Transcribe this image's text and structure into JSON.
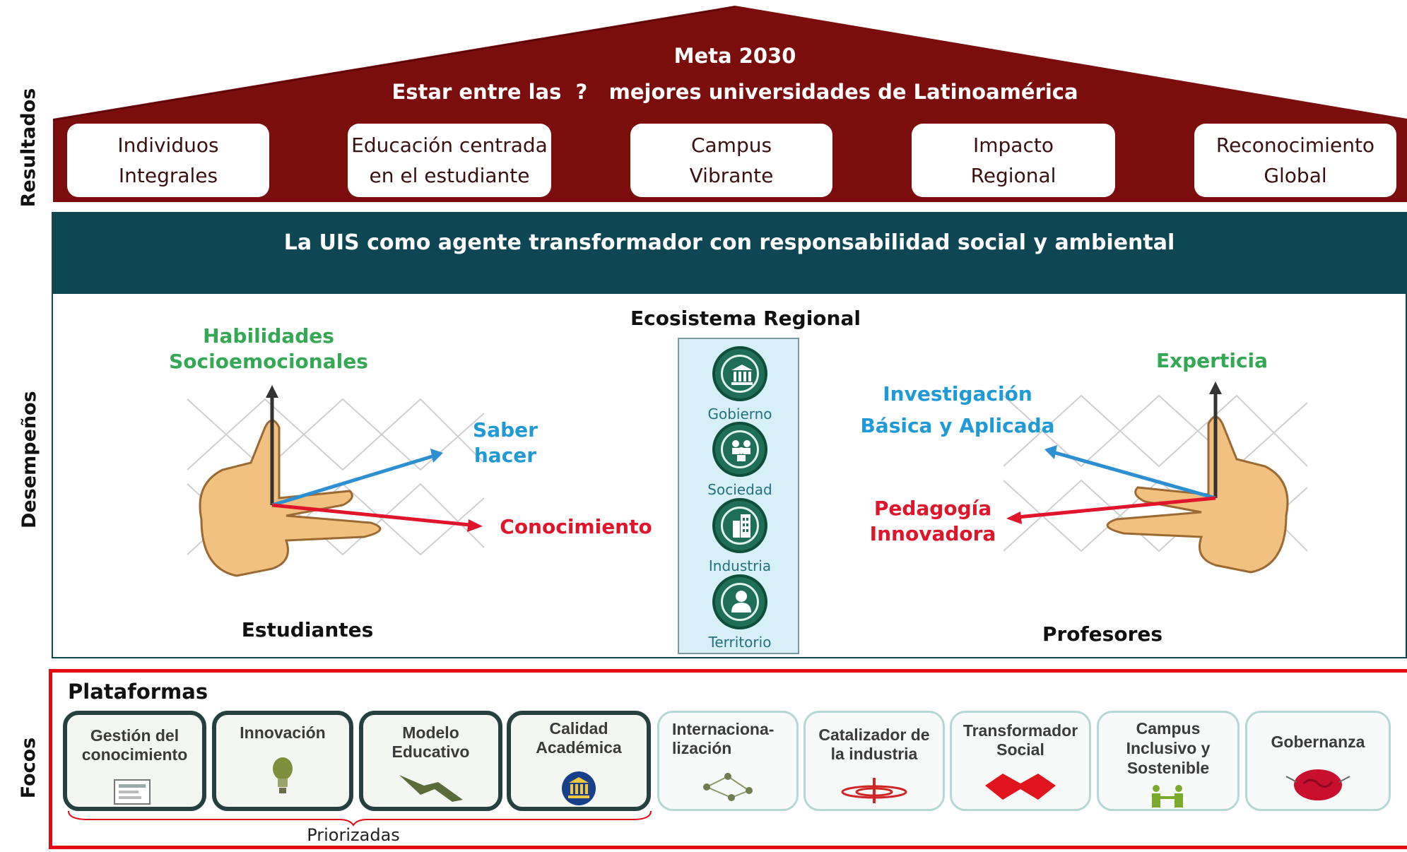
{
  "side_labels": {
    "results": "Resultados",
    "performance": "Desempeños",
    "focus": "Focos"
  },
  "roof": {
    "title": "Meta 2030",
    "subtitle": "Estar entre las  ?   mejores universidades de Latinoamérica",
    "color": "#7b0d0d",
    "results": [
      "Individuos\nIntegrales",
      "Educación centrada\nen el estudiante",
      "Campus\nVibrante",
      "Impacto\nRegional",
      "Reconocimiento\nGlobal"
    ]
  },
  "banner": {
    "text": "La UIS como agente transformador con responsabilidad social y ambiental",
    "color": "#0f4653"
  },
  "ecosystem": {
    "title": "Ecosistema Regional",
    "items": [
      {
        "label": "Gobierno",
        "icon": "government-building-icon"
      },
      {
        "label": "Sociedad",
        "icon": "community-icon"
      },
      {
        "label": "Industria",
        "icon": "industry-building-icon"
      },
      {
        "label": "Territorio",
        "icon": "person-icon"
      }
    ]
  },
  "students": {
    "title": "Estudiantes",
    "up": "Habilidades\nSocioemocionales",
    "diag": "Saber\nhacer",
    "right": "Conocimiento"
  },
  "professors": {
    "title": "Profesores",
    "up": "Experticia",
    "diag": "Investigación\nBásica y Aplicada",
    "left": "Pedagogía\nInnovadora"
  },
  "platforms": {
    "title": "Plataformas",
    "prioritized_label": "Priorizadas",
    "items": [
      {
        "label": "Gestión del\nconocimiento",
        "prioritized": true,
        "icon": "documents-icon"
      },
      {
        "label": "Innovación",
        "prioritized": true,
        "icon": "lightbulb-icon"
      },
      {
        "label": "Modelo\nEducativo",
        "prioritized": true,
        "icon": "handshake-icon"
      },
      {
        "label": "Calidad\nAcadémica",
        "prioritized": true,
        "icon": "institution-icon"
      },
      {
        "label": "Internaciona-\nlización",
        "prioritized": false,
        "icon": "network-icon"
      },
      {
        "label": "Catalizador de\nla industria",
        "prioritized": false,
        "icon": "target-icon"
      },
      {
        "label": "Transformador\nSocial",
        "prioritized": false,
        "icon": "handshake-icon"
      },
      {
        "label": "Campus\nInclusivo y\nSostenible",
        "prioritized": false,
        "icon": "people-icon"
      },
      {
        "label": "Gobernanza",
        "prioritized": false,
        "icon": "brain-icon"
      }
    ]
  }
}
